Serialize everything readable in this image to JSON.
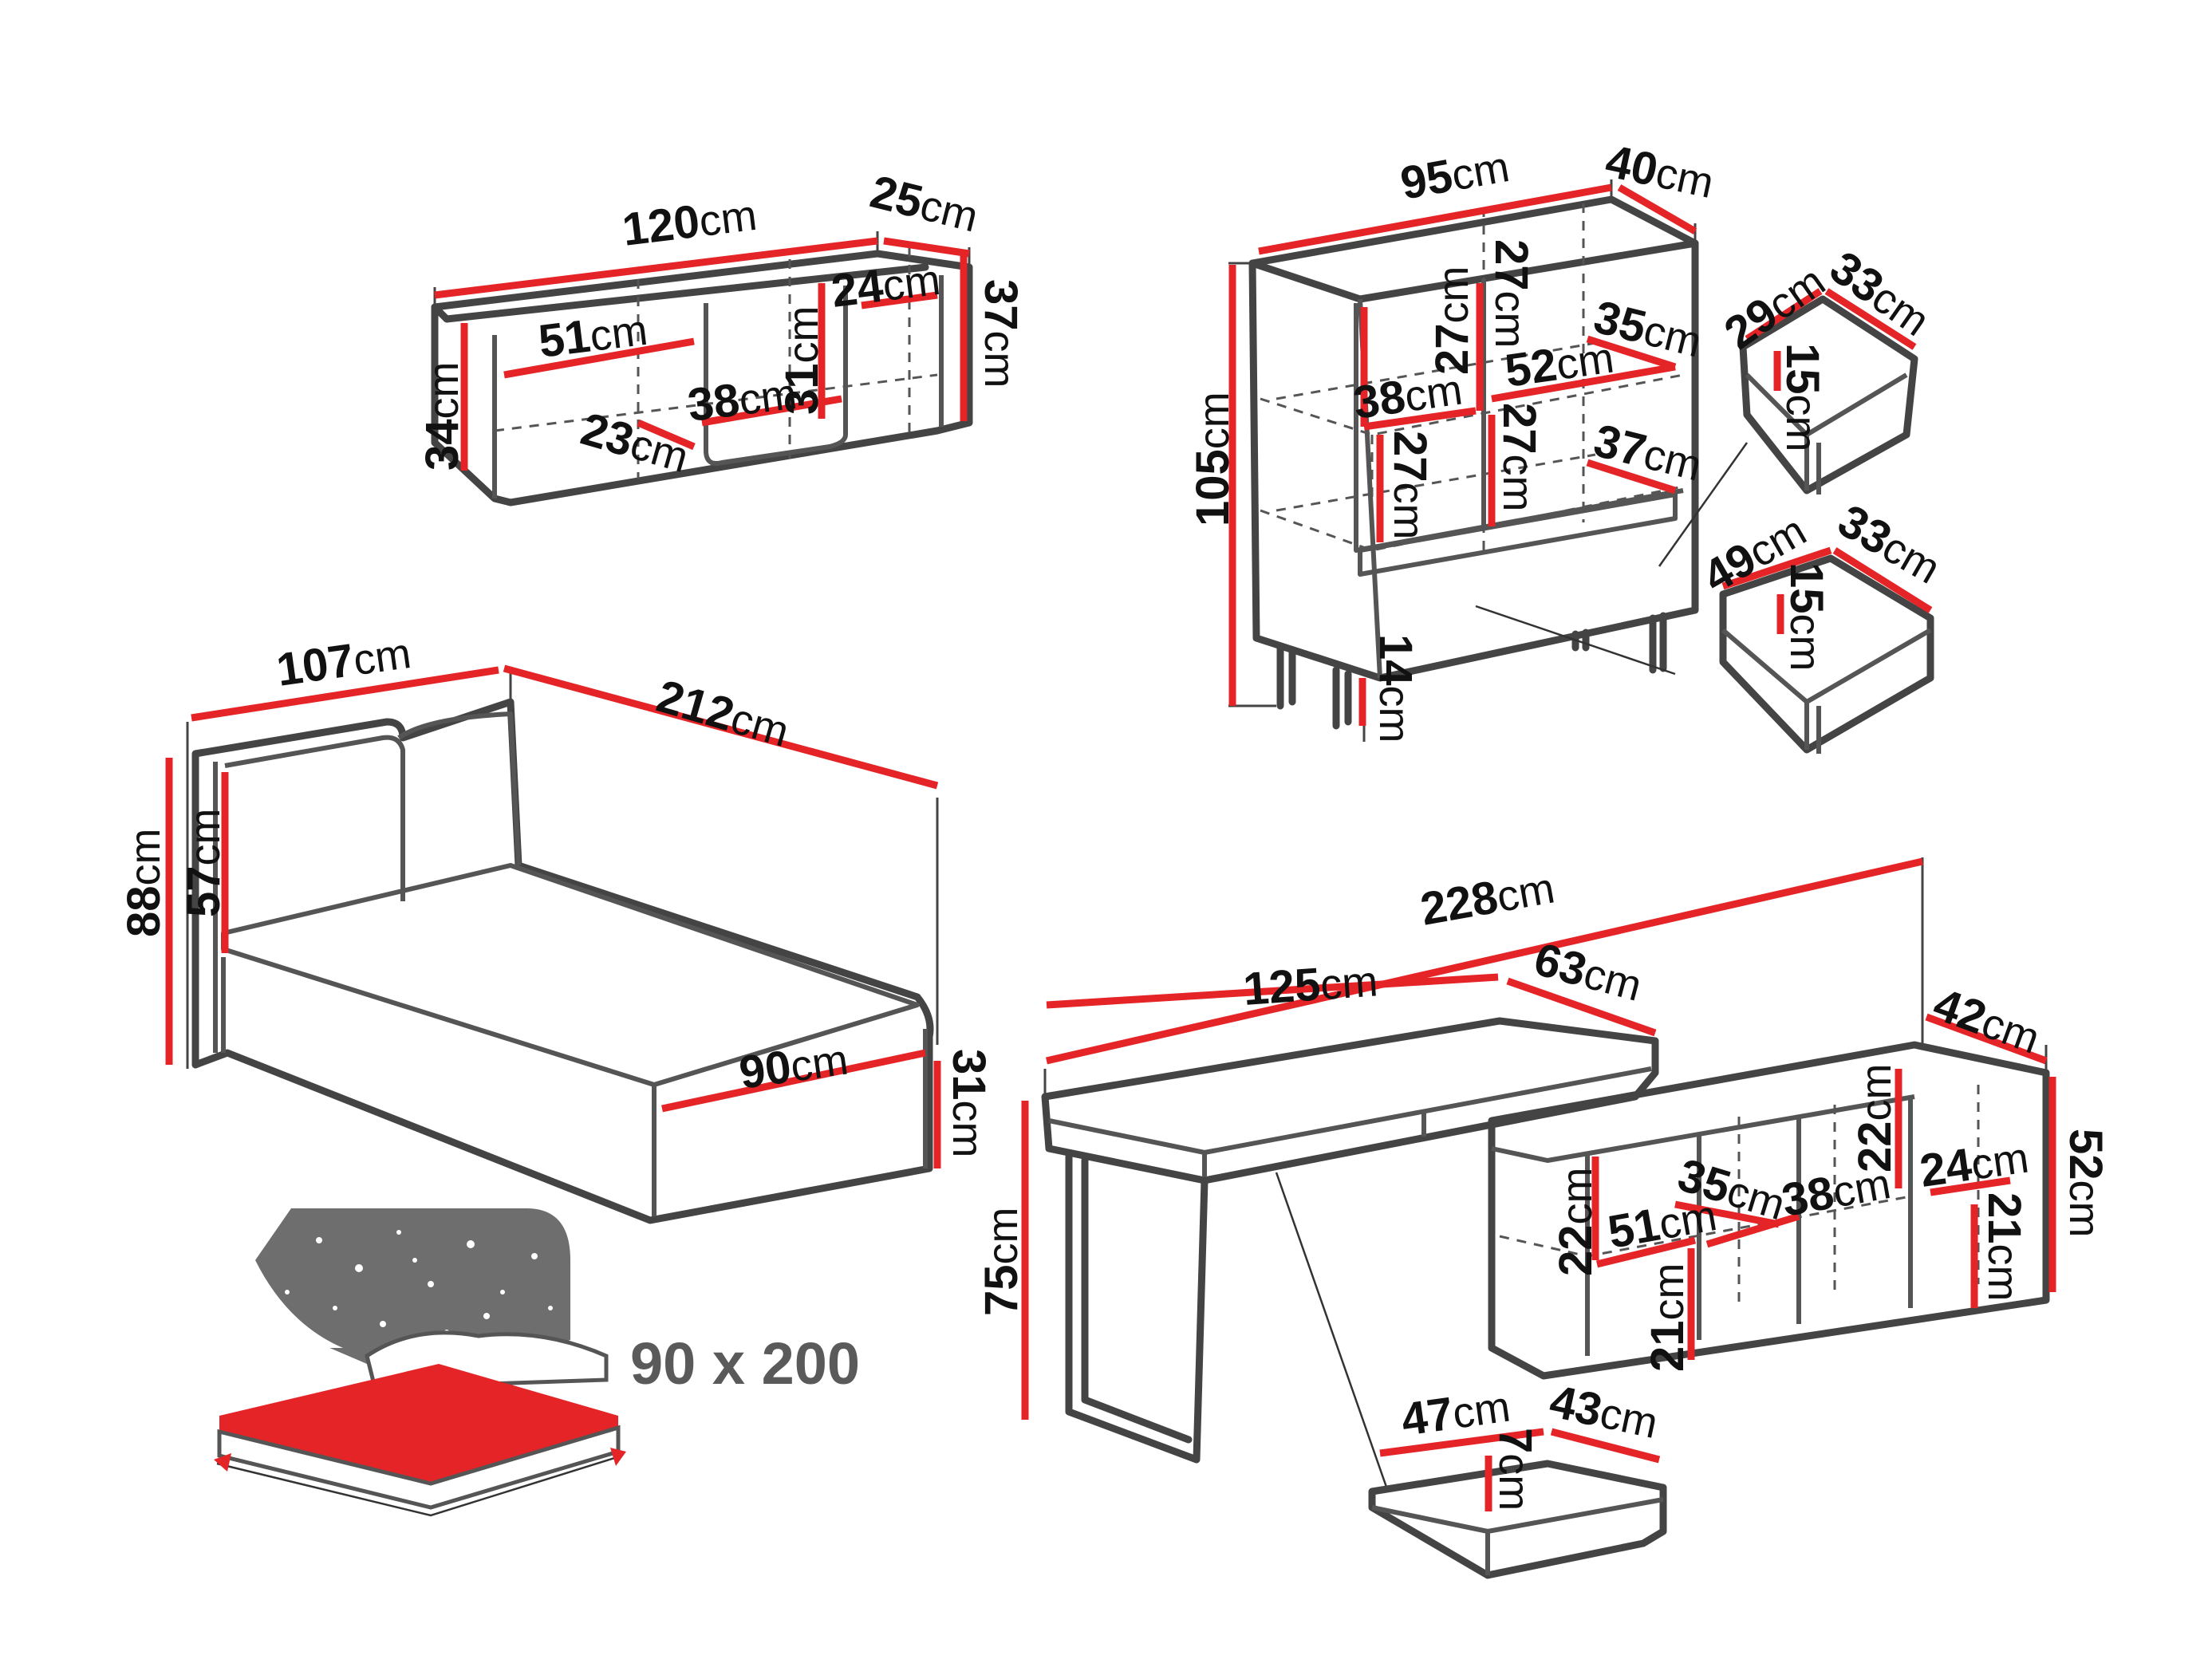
{
  "unit": "cm",
  "shelf": {
    "width": "120",
    "depth": "25",
    "height_right": "37",
    "height_left": "34",
    "compartment_width": "51",
    "compartment_depth": "23",
    "center_width": "38",
    "center_height": "31",
    "small_width": "24"
  },
  "cabinet": {
    "width": "95",
    "depth": "40",
    "height": "105",
    "upper_height": "27",
    "lower_height": "27",
    "shelf_width": "38",
    "mid_height_a": "27",
    "mid_height_b": "27",
    "shelf_width_right": "52",
    "shelf_depth_a": "35",
    "shelf_depth_b": "37",
    "leg_height": "14",
    "drawer_top": {
      "depth": "29",
      "width": "33",
      "height": "15"
    },
    "drawer_bottom": {
      "depth": "49",
      "width": "33",
      "height": "15"
    }
  },
  "bed": {
    "width": "107",
    "length": "212",
    "total_height": "88",
    "headboard_height": "57",
    "mattress_width": "90",
    "base_height": "31",
    "size_label": "90 x 200"
  },
  "desk": {
    "total_width": "228",
    "desk_width": "125",
    "desk_depth": "63",
    "desk_height": "75",
    "cabinet_depth": "42",
    "cabinet_height": "52",
    "shelf_depth": "35",
    "comp_width_a": "51",
    "comp_width_b": "38",
    "comp_width_c": "24",
    "comp_height_a": "22",
    "comp_height_b": "22",
    "comp_height_c": "21",
    "comp_height_d": "21",
    "drawer": {
      "width": "47",
      "depth": "43",
      "height": "7"
    }
  },
  "colors": {
    "accent": "#e52427",
    "line": "#444444",
    "label_grey": "#5a5a5a"
  }
}
